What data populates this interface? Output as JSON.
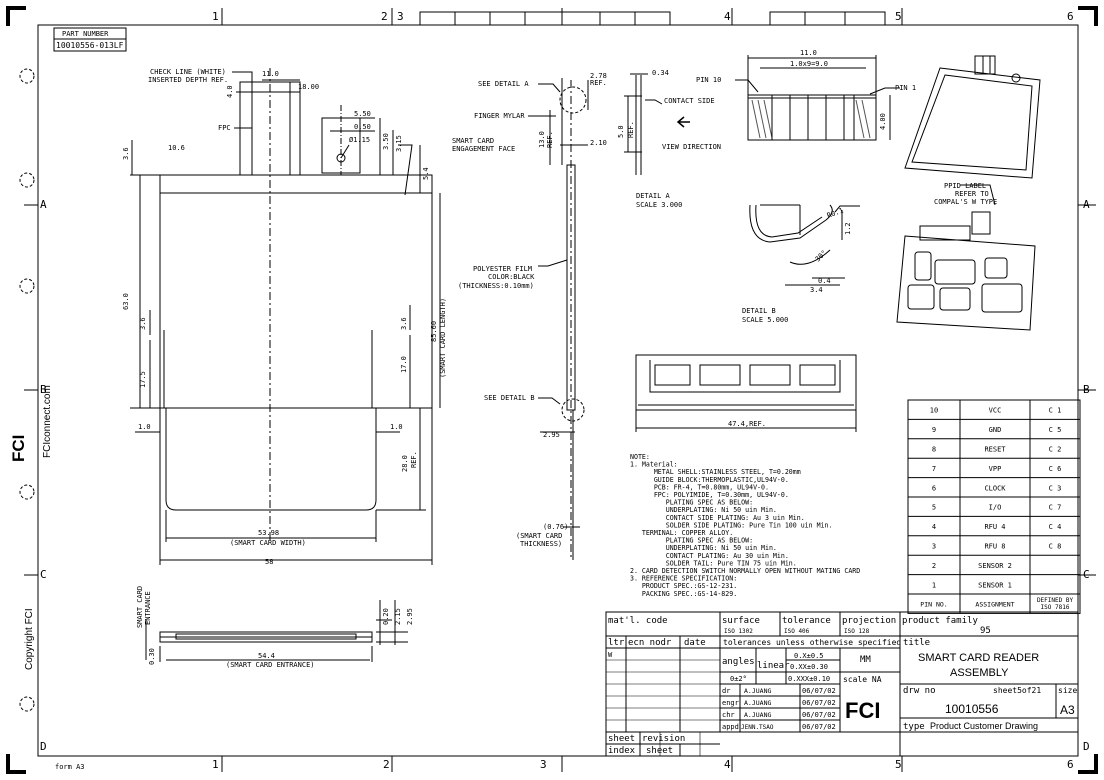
{
  "frame": {
    "top_cols": [
      "1",
      "2",
      "3",
      "4",
      "5",
      "6"
    ],
    "bottom_cols": [
      "1",
      "2",
      "3",
      "4",
      "5",
      "6"
    ],
    "rows": [
      "A",
      "B",
      "C",
      "D"
    ],
    "form": "form A3",
    "side_url": "FCIconnect.com",
    "side_copy": "Copyright FCI"
  },
  "part": {
    "label": "PART NUMBER",
    "value": "10010556-013LF"
  },
  "front": {
    "check_line": "CHECK LINE (WHITE)",
    "inserted_depth": "INSERTED DEPTH REF.",
    "fpc": "FPC",
    "engagement_1": "SMART CARD",
    "engagement_2": "ENGAGEMENT FACE",
    "dims": {
      "d11": "11.0",
      "d18": "18.00",
      "d4": "4.0",
      "d550": "5.50",
      "d050": "0.50",
      "d115": "Ø1.15",
      "d350": "3.50",
      "d315": "3.15",
      "d54": "5.4",
      "d36a": "3.6",
      "d106": "10.6",
      "d630": "63.0",
      "d36b": "3.6",
      "d36c": "3.6",
      "d175": "17.5",
      "d170": "17.0",
      "d8560": "85.60",
      "len": "(SMART CARD LENGTH)",
      "d10a": "1.0",
      "d10b": "1.0",
      "d280": "28.0",
      "ref": "REF.",
      "d5398": "53.98",
      "width": "(SMART CARD WIDTH)",
      "d58": "58"
    }
  },
  "bottom_view": {
    "entrance_1": "SMART CARD",
    "entrance_2": "ENTRANCE",
    "d030": "0.30",
    "d020": "0.20",
    "d215": "2.15",
    "d295": "2.95",
    "d544": "54.4",
    "entrance": "(SMART CARD ENTRANCE)"
  },
  "side_view": {
    "see_a": "SEE DETAIL  A",
    "see_b": "SEE DETAIL  B",
    "finger": "FINGER MYLAR",
    "d278": "2.78",
    "ref1": "REF.",
    "d130": "13.0",
    "ref2": "REF.",
    "d210": "2.10",
    "poly_1": "POLYESTER FILM",
    "poly_2": "COLOR:BLACK",
    "poly_3": "(THICKNESS:0.10mm)",
    "d295": "2.95",
    "d076": "(0.76)",
    "thick_1": "(SMART CARD",
    "thick_2": "THICKNESS)"
  },
  "detail_a": {
    "d034": "0.34",
    "d50": "5.0",
    "ref": "REF.",
    "contact": "CONTACT SIDE",
    "view": "VIEW DIRECTION",
    "title": "DETAIL  A",
    "scale": "SCALE  3.000"
  },
  "pins": {
    "d110": "11.0",
    "d10x9": "1.0x9=9.0",
    "pin10": "PIN 10",
    "pin1": "PIN 1",
    "d400": "4.00"
  },
  "detail_b": {
    "r01": "R0.1",
    "d12": "1.2",
    "a30": "30°",
    "d04": "0.4",
    "d34": "3.4",
    "title": "DETAIL  B",
    "scale": "SCALE  5.000"
  },
  "rear": {
    "d474": "47.4,REF."
  },
  "iso_note": {
    "l1": "PPID LABEL",
    "l2": "REFER TO",
    "l3": "COMPAL'S W TYPE"
  },
  "notes": [
    "NOTE:",
    "1. Material:",
    "      METAL SHELL:STAINLESS STEEL, T=0.20mm",
    "      GUIDE BLOCK:THERMOPLASTIC,UL94V-0.",
    "      PCB: FR-4, T=0.80mm, UL94V-0.",
    "      FPC: POLYIMIDE, T=0.30mm, UL94V-0.",
    "         PLATING SPEC AS BELOW:",
    "         UNDERPLATING: Ni 50 uin Min.",
    "         CONTACT SIDE PLATING: Au 3 uin Min.",
    "         SOLDER SIDE PLATING: Pure Tin 100 uin Min.",
    "   TERMINAL: COPPER ALLOY.",
    "         PLATING SPEC AS BELOW:",
    "         UNDERPLATING: Ni 50 uin Min.",
    "         CONTACT PLATING: Au 30 uin Min.",
    "         SOLDER TAIL: Pure TIN 75 uin Min.",
    "2. CARD DETECTION SWITCH NORMALLY OPEN WITHOUT MATING CARD",
    "3. REFERENCE SPECIFICATION:",
    "   PRODUCT SPEC.:GS-12-231.",
    "   PACKING SPEC.:GS-14-829."
  ],
  "pin_table": {
    "rows": [
      [
        "10",
        "VCC",
        "C 1"
      ],
      [
        "9",
        "GND",
        "C 5"
      ],
      [
        "8",
        "RESET",
        "C 2"
      ],
      [
        "7",
        "VPP",
        "C 6"
      ],
      [
        "6",
        "CLOCK",
        "C 3"
      ],
      [
        "5",
        "I/O",
        "C 7"
      ],
      [
        "4",
        "RFU 4",
        "C 4"
      ],
      [
        "3",
        "RFU 8",
        "C 8"
      ],
      [
        "2",
        "SENSOR 2",
        ""
      ],
      [
        "1",
        "SENSOR 1",
        ""
      ]
    ],
    "header": [
      "PIN NO.",
      "ASSIGNMENT",
      "DEFINED BY ISO 7816"
    ]
  },
  "title_block": {
    "matl": "mat'l. code",
    "surface": "surface",
    "iso1302": "ISO 1302",
    "tolerance": "tolerance",
    "iso406": "ISO 406",
    "projection": "projection",
    "iso128": "ISO 128",
    "product_family": "product family",
    "family": "95",
    "ltr": "ltr",
    "ecn": "ecn nodr",
    "date": "date",
    "tol_unless": "tolerances unless otherwise specified",
    "title_lbl": "title",
    "rev_w": "W",
    "angles": "angles",
    "linear": "linear",
    "t1": "0.X±0.5",
    "t2": "0.XX±0.30",
    "t3": "0.XXX±0.10",
    "ang": "0±2°",
    "mm": "MM",
    "scale": "scale NA",
    "title1": "SMART CARD READER",
    "title2": "ASSEMBLY",
    "drw": "drw no",
    "sheet": "sheet5of21",
    "size_lbl": "size",
    "dwg": "10010556",
    "size": "A3",
    "roles": [
      "dr",
      "engr",
      "chr",
      "appd"
    ],
    "names": [
      "A.JUANG",
      "A.JUANG",
      "A.JUANG",
      "JENN.TSAO"
    ],
    "dates": [
      "06/07/02",
      "06/07/02",
      "06/07/02",
      "06/07/02"
    ],
    "logo": "FCI",
    "type_lbl": "type",
    "type": "Product Customer Drawing",
    "sheet_lbl": "sheet",
    "revision": "revision",
    "index": "index",
    "sheet2": "sheet"
  },
  "colors": {
    "line": "#000000",
    "paper": "#ffffff",
    "hatch": "#555555"
  }
}
